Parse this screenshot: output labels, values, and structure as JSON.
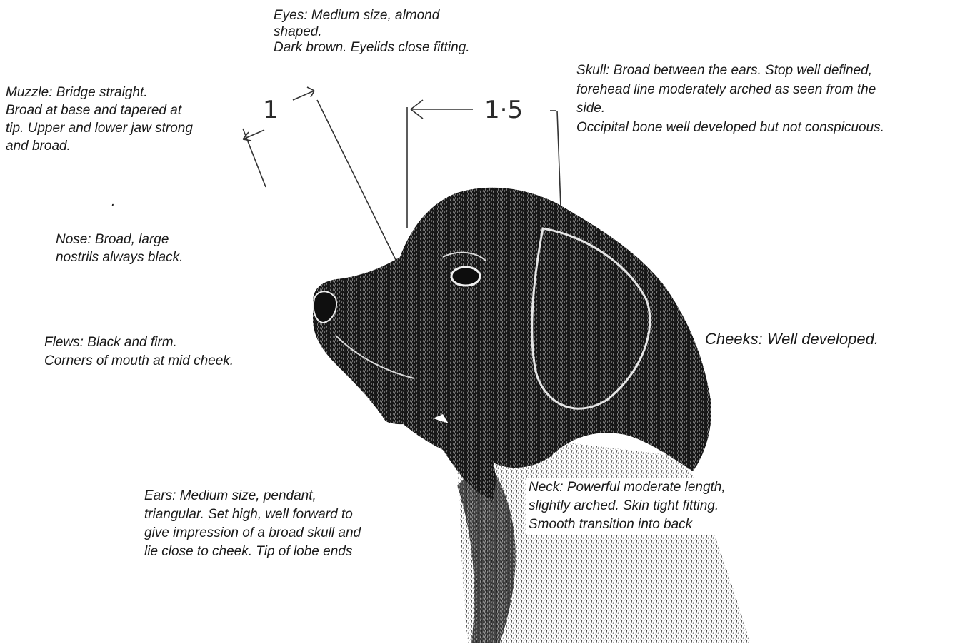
{
  "annotations": {
    "eyes": [
      "Eyes: Medium size, almond",
      "shaped.",
      "Dark brown. Eyelids close fitting."
    ],
    "skull": [
      "Skull: Broad between the ears. Stop well defined,",
      "forehead line moderately arched as seen from the",
      "side.",
      "Occipital bone well developed but not conspicuous."
    ],
    "muzzle": [
      "Muzzle: Bridge straight.",
      "Broad at base and tapered at",
      "tip. Upper and lower jaw strong",
      "and broad."
    ],
    "dot": ".",
    "nose": [
      "Nose: Broad, large",
      "nostrils always black."
    ],
    "flews": [
      "Flews: Black and firm.",
      "Corners of mouth at mid cheek."
    ],
    "cheeks": "Cheeks: Well developed.",
    "ears": [
      "Ears: Medium size, pendant,",
      "triangular. Set high, well forward to",
      "give impression of a broad skull and",
      "lie close to cheek. Tip of lobe ends"
    ],
    "neck": [
      "Neck: Powerful moderate length,",
      "slightly arched. Skin tight fitting.",
      "Smooth transition into back"
    ]
  },
  "proportions": {
    "muzzle_ratio": "1",
    "skull_ratio": "1·5"
  },
  "colors": {
    "ink": "#1a1a1a",
    "sketch": "#111111",
    "background": "#ffffff"
  }
}
